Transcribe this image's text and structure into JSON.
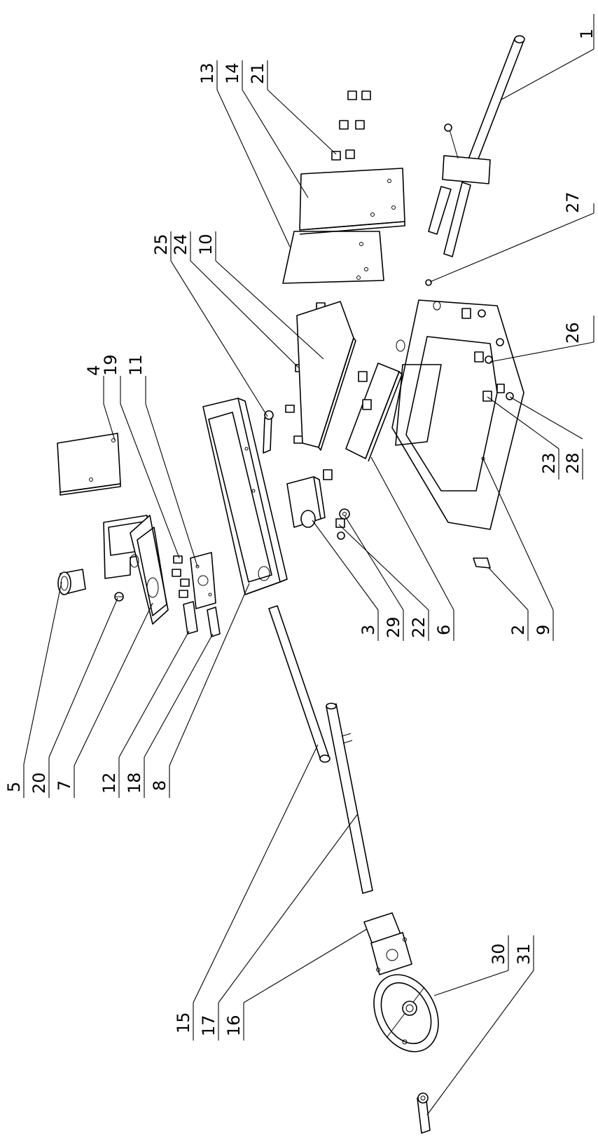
{
  "diagram": {
    "callouts": [
      {
        "id": "c5",
        "number": "5"
      },
      {
        "id": "c20",
        "number": "20"
      },
      {
        "id": "c7",
        "number": "7"
      },
      {
        "id": "c12",
        "number": "12"
      },
      {
        "id": "c18",
        "number": "18"
      },
      {
        "id": "c8",
        "number": "8"
      },
      {
        "id": "c4",
        "number": "4"
      },
      {
        "id": "c19",
        "number": "19"
      },
      {
        "id": "c11",
        "number": "11"
      },
      {
        "id": "c25",
        "number": "25"
      },
      {
        "id": "c24",
        "number": "24"
      },
      {
        "id": "c10",
        "number": "10"
      },
      {
        "id": "c13",
        "number": "13"
      },
      {
        "id": "c14",
        "number": "14"
      },
      {
        "id": "c21",
        "number": "21"
      },
      {
        "id": "c1",
        "number": "1"
      },
      {
        "id": "c27",
        "number": "27"
      },
      {
        "id": "c26",
        "number": "26"
      },
      {
        "id": "c23",
        "number": "23"
      },
      {
        "id": "c28",
        "number": "28"
      },
      {
        "id": "c3",
        "number": "3"
      },
      {
        "id": "c29",
        "number": "29"
      },
      {
        "id": "c22",
        "number": "22"
      },
      {
        "id": "c6",
        "number": "6"
      },
      {
        "id": "c2",
        "number": "2"
      },
      {
        "id": "c9",
        "number": "9"
      },
      {
        "id": "c15",
        "number": "15"
      },
      {
        "id": "c17",
        "number": "17"
      },
      {
        "id": "c16",
        "number": "16"
      },
      {
        "id": "c30",
        "number": "30"
      },
      {
        "id": "c31",
        "number": "31"
      }
    ]
  }
}
